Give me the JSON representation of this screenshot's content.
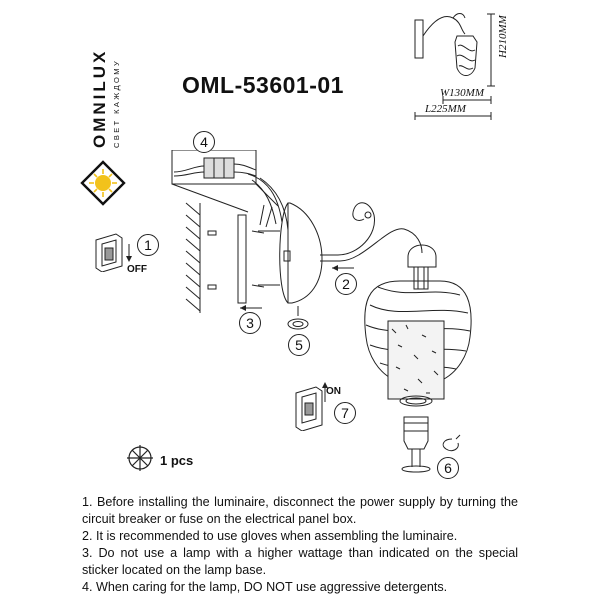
{
  "brand": {
    "name": "OMNILUX",
    "tagline": "СВЕТ КАЖДОМУ"
  },
  "model": "OML-53601-01",
  "dimensions": {
    "height": "H210MM",
    "width": "W130MM",
    "length": "L225MM"
  },
  "steps": [
    "1",
    "2",
    "3",
    "4",
    "5",
    "6",
    "7"
  ],
  "switch_labels": {
    "off": "OFF",
    "on": "ON"
  },
  "bulb_count": "1 pcs",
  "instructions": [
    "1. Before installing the luminaire, disconnect the power supply by turning the circuit breaker or fuse on the electrical panel box.",
    "2. It is recommended to use gloves when assembling the luminaire.",
    "3. Do not use a lamp with a higher wattage than indicated on the special sticker located on the lamp base.",
    "4. When caring for the lamp, DO NOT use aggressive detergents."
  ],
  "colors": {
    "logo_gold": "#f2c21b",
    "ink": "#111111"
  }
}
